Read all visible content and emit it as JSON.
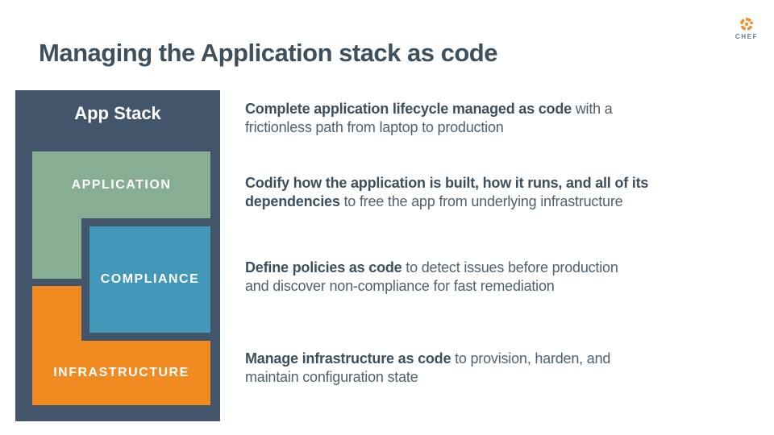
{
  "header": {
    "title": "Managing the Application stack as code",
    "logo_text": "CHEF"
  },
  "diagram": {
    "title": "App Stack",
    "layers": [
      {
        "id": "application",
        "label": "APPLICATION",
        "color": "#87AE92"
      },
      {
        "id": "compliance",
        "label": "COMPLIANCE",
        "color": "#4397B9"
      },
      {
        "id": "infrastructure",
        "label": "INFRASTRUCTURE",
        "color": "#F18B21"
      }
    ]
  },
  "points": [
    {
      "line1_bold": "Complete application lifecycle managed as code",
      "line1_rest": " with a",
      "line2_bold": "",
      "line2_rest": "frictionless path from laptop to production"
    },
    {
      "line1_bold": "Codify how the application is built, how it runs, and all of its",
      "line1_rest": "",
      "line2_bold": "dependencies",
      "line2_rest": " to free the app from underlying infrastructure"
    },
    {
      "line1_bold": "Define policies as code",
      "line1_rest": " to detect issues before production",
      "line2_bold": "",
      "line2_rest": "and discover non-compliance for fast remediation"
    },
    {
      "line1_bold": "Manage infrastructure as code",
      "line1_rest": " to provision, harden, and",
      "line2_bold": "",
      "line2_rest": "maintain configuration state"
    }
  ],
  "colors": {
    "panel_slate": "#43556A",
    "application_green": "#87AE92",
    "compliance_blue": "#4397B9",
    "infrastructure_orange": "#F18B21",
    "title_text": "#3E4F5E",
    "body_text": "#50616E",
    "body_bold_text": "#3D4F5E",
    "logo_orange": "#F18B21",
    "logo_gray": "#6A7682"
  }
}
